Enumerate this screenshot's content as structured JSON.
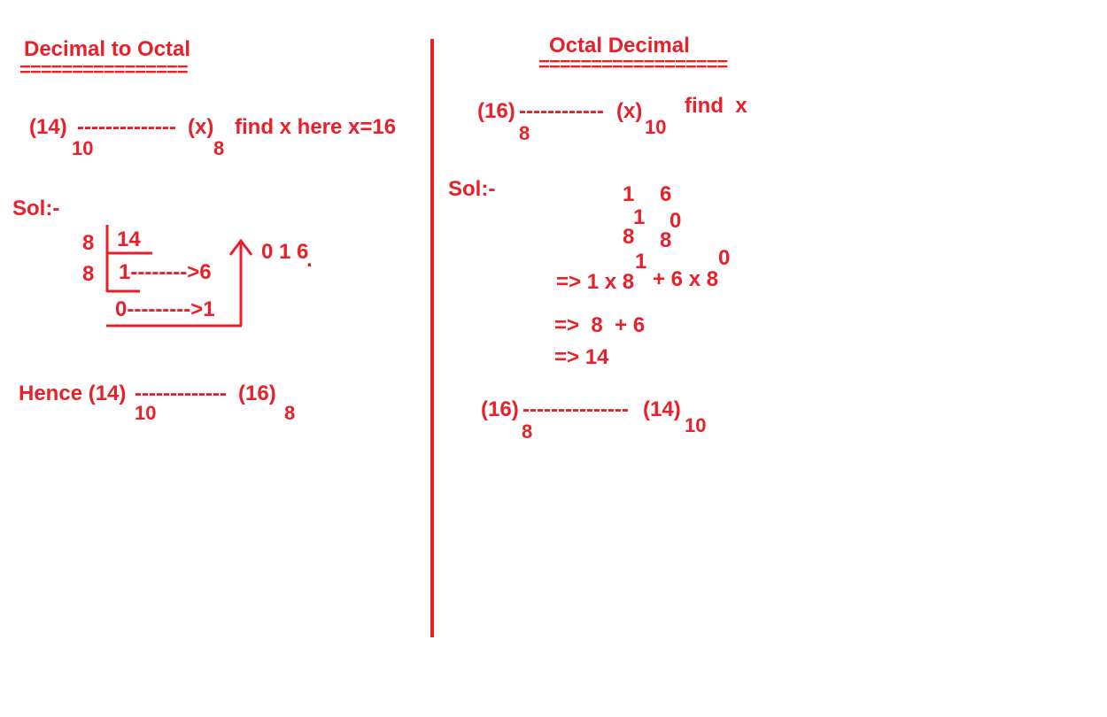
{
  "accent_color": "#e8202a",
  "left": {
    "title": "Decimal to Octal",
    "underline": "================",
    "problem": {
      "lhs": "(14)",
      "lhs_base": "10",
      "dashes": "--------------",
      "rhs": "(x)",
      "rhs_base": "8",
      "note": "find x here x=16"
    },
    "sol_label": "Sol:-",
    "division": {
      "row1_divisor": "8",
      "row1_value": "14",
      "row2_divisor": "8",
      "row2_step": "1-------->6",
      "row3_step": "0--------->1",
      "result_digits": "0 1 6",
      "result_dot": "."
    },
    "hence": {
      "prefix": "Hence (14)",
      "lhs_base": "10",
      "dashes": "-------------",
      "rhs": "(16)",
      "rhs_base": "8"
    }
  },
  "right": {
    "title": "Octal Decimal",
    "underline": "==================",
    "problem": {
      "lhs": "(16)",
      "lhs_base": "8",
      "dashes": "------------",
      "rhs": "(x)",
      "rhs_base": "10",
      "note": "find  x"
    },
    "sol_label": "Sol:-",
    "digits": {
      "d1": "1",
      "d2": "6"
    },
    "powers": {
      "p1": "1",
      "p0": "0",
      "b1": "8",
      "b0": "8"
    },
    "expansion": {
      "line1_a": "=> 1 x 8",
      "line1_exp1": "1",
      "line1_b": "+ 6 x 8",
      "line1_exp0": "0",
      "line2": "=>  8  + 6",
      "line3": "=> 14"
    },
    "result": {
      "lhs": "(16)",
      "lhs_base": "8",
      "dashes": "---------------",
      "rhs": "(14)",
      "rhs_base": "10"
    }
  }
}
